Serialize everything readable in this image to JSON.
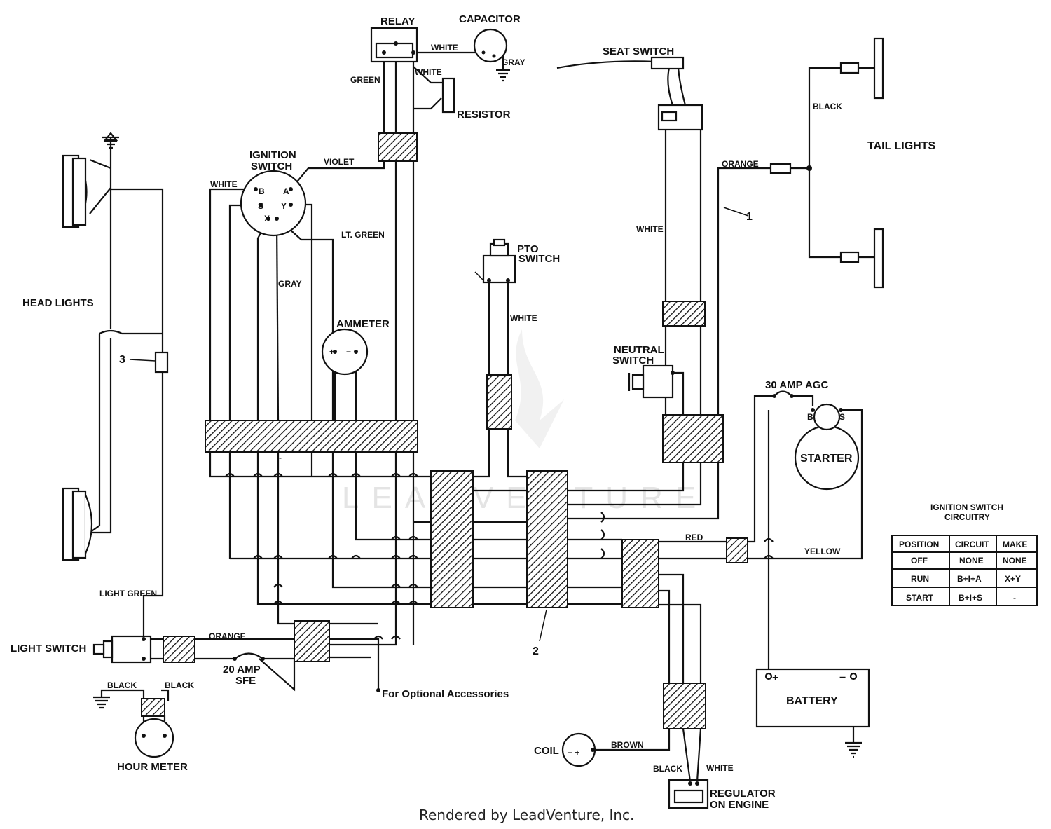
{
  "labels": {
    "relay": "RELAY",
    "capacitor": "CAPACITOR",
    "white_relay_cap": "WHITE",
    "gray_cap": "GRAY",
    "green_relay": "GREEN",
    "white_resistor": "WHITE",
    "resistor": "RESISTOR",
    "seat_switch": "SEAT SWITCH",
    "black_tail": "BLACK",
    "tail_lights": "TAIL LIGHTS",
    "orange_tail": "ORANGE",
    "wire_1": "1",
    "white_seat": "WHITE",
    "ignition_switch_1": "IGNITION",
    "ignition_switch_2": "SWITCH",
    "violet": "VIOLET",
    "white_ign": "WHITE",
    "term_b": "B",
    "term_a": "A",
    "term_s": "S",
    "term_y": "Y",
    "term_x": "X",
    "lt_green": "LT. GREEN",
    "gray_ign": "GRAY",
    "head_lights": "HEAD LIGHTS",
    "pto_switch_1": "PTO",
    "pto_switch_2": "SWITCH",
    "white_pto": "WHITE",
    "ammeter": "AMMETER",
    "ammeter_plus": "+",
    "ammeter_minus": "−",
    "neutral_switch_1": "NEUTRAL",
    "neutral_switch_2": "SWITCH",
    "fuse_30": "30 AMP AGC",
    "starter": "STARTER",
    "starter_b": "B",
    "starter_s": "S",
    "wire_3": "3",
    "red": "RED",
    "yellow": "YELLOW",
    "light_green": "LIGHT GREEN",
    "light_switch": "LIGHT  SWITCH",
    "orange_fuse": "ORANGE",
    "fuse_20_1": "20 AMP",
    "fuse_20_2": "SFE",
    "wire_2": "2",
    "optional": "For Optional Accessories",
    "black_1": "BLACK",
    "black_2": "BLACK",
    "hour_meter": "HOUR METER",
    "battery": "BATTERY",
    "battery_plus": "+",
    "battery_minus": "−",
    "coil": "COIL",
    "coil_terms": "− +",
    "brown": "BROWN",
    "black_reg": "BLACK",
    "white_reg": "WHITE",
    "regulator_1": "REGULATOR",
    "regulator_2": "ON ENGINE",
    "dash": "-"
  },
  "table": {
    "title_1": "IGNITION SWITCH",
    "title_2": "CIRCUITRY",
    "headers": [
      "POSITION",
      "CIRCUIT",
      "MAKE"
    ],
    "rows": [
      [
        "OFF",
        "NONE",
        "NONE"
      ],
      [
        "RUN",
        "B+I+A",
        "X+Y"
      ],
      [
        "START",
        "B+I+S",
        "-"
      ]
    ]
  },
  "watermark": "LEADVENTURE",
  "footer": "Rendered by LeadVenture, Inc."
}
